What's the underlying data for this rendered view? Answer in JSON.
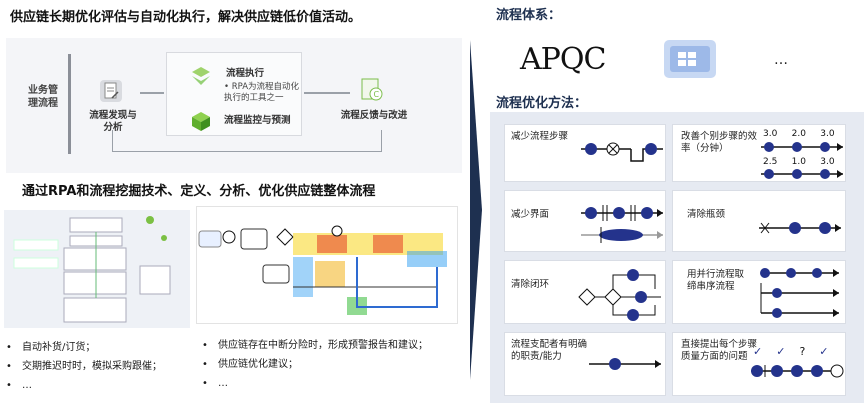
{
  "header": {
    "main_title": "供应链长期优化评估与自动化执行，解决供应链低价值活动。"
  },
  "flow": {
    "biz_label": "业务管理流程",
    "discover": "流程发现与分析",
    "execute": "流程执行",
    "execute_note": "RPA为流程自动化执行的工具之一",
    "monitor": "流程监控与预测",
    "feedback": "流程反馈与改进"
  },
  "mining": {
    "title": "通过RPA和流程挖掘技术、定义、分析、优化供应链整体流程"
  },
  "left_bullets": [
    "自动补货/订货；",
    "交期推迟时时，模拟采购跟催；",
    "…"
  ],
  "mid_bullets": [
    "供应链存在中断分险时，形成预警报告和建议；",
    "供应链优化建议；",
    "…"
  ],
  "right": {
    "system_title": "流程体系：",
    "apqc_logo": "APQC",
    "more": "…",
    "method_title": "流程优化方法："
  },
  "methods": [
    {
      "label": "减少流程步骤"
    },
    {
      "label": "改善个别步骤的效率（分钟）",
      "nums_top": [
        "3.0",
        "2.0",
        "3.0"
      ],
      "nums_bottom": [
        "2.5",
        "1.0",
        "3.0"
      ]
    },
    {
      "label": "减少界面"
    },
    {
      "label": "清除瓶颈"
    },
    {
      "label": "清除闭环"
    },
    {
      "label": "用并行流程取缔串序流程"
    },
    {
      "label": "流程支配者有明确的职责/能力"
    },
    {
      "label": "直接提出每个步骤质量方面的问题",
      "marks": [
        "✓",
        "✓",
        "?",
        "✓"
      ]
    }
  ],
  "colors": {
    "accent": "#24338c",
    "title": "#1e3050",
    "panel": "#e6eaf2"
  }
}
